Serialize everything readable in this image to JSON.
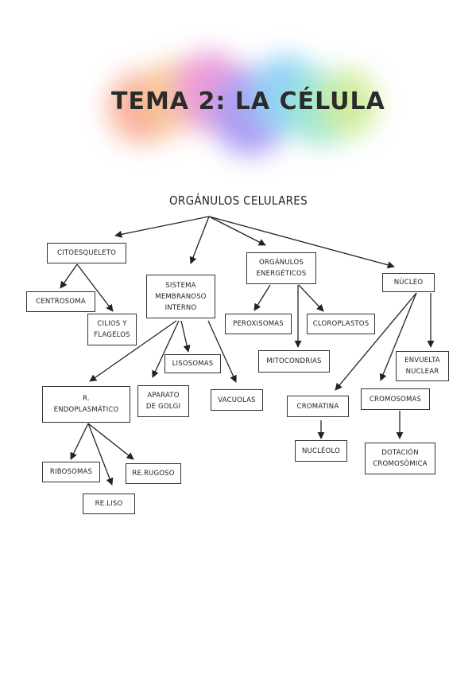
{
  "header": {
    "title": "TEMA 2: LA CÉLULA",
    "subtitle": "ORGÁNULOS CELULARES",
    "wash_colors": [
      "#f7a58c",
      "#f5c07a",
      "#e98ad0",
      "#9f8cf0",
      "#7fc8f5",
      "#8fe3c9",
      "#c7e98a"
    ]
  },
  "nodes": {
    "citoesqueleto": "CITOESQUELETO",
    "centrosoma": "CENTROSOMA",
    "cilios": "CILIOS Y\nFLAGELOS",
    "sistema": "SISTEMA\nMEMBRANOSO\nINTERNO",
    "energeticos": "ORGÁNULOS\nENERGÉTICOS",
    "nucleo": "NÚCLEO",
    "peroxisomas": "PEROXISOMAS",
    "cloroplastos": "CLOROPLASTOS",
    "mitocondrias": "MITOCONDRIAS",
    "lisosomas": "LISOSOMAS",
    "envuelta": "ENVUELTA\nNUCLEAR",
    "re": "R.\nENDOPLASMÁTICO",
    "golgi": "APARATO\nDE GOLGI",
    "vacuolas": "VACUOLAS",
    "cromatina": "CROMATINA",
    "cromosomas": "CROMOSOMAS",
    "nucleolo": "NUCLÉOLO",
    "dotacion": "DOTACIÓN\nCROMOSÓMICA",
    "ribosomas": "RIBOSOMAS",
    "rerugoso": "RE.RUGOSO",
    "reliso": "RE.LISO"
  }
}
